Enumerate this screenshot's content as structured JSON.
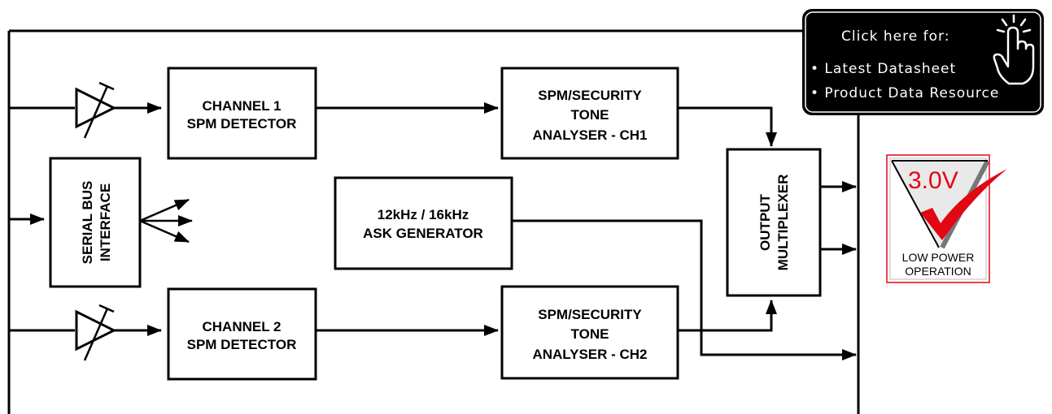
{
  "blocks": {
    "ch1_detector": [
      "CHANNEL  1",
      "SPM DETECTOR"
    ],
    "ch2_detector": [
      "CHANNEL  2",
      "SPM DETECTOR"
    ],
    "analyser_ch1": [
      "SPM/SECURITY",
      "TONE",
      "ANALYSER - CH1"
    ],
    "analyser_ch2": [
      "SPM/SECURITY",
      "TONE",
      "ANALYSER - CH2"
    ],
    "ask_generator": [
      "12kHz / 16kHz",
      "ASK GENERATOR"
    ],
    "serial_bus": [
      "SERIAL BUS",
      "INTERFACE"
    ],
    "output_mux": [
      "OUTPUT",
      "MULTIPLEXER"
    ]
  },
  "callout": {
    "heading": "Click here for:",
    "items": [
      "• Latest Datasheet",
      "• Product Data Resource"
    ],
    "icon": "pointing-hand-icon"
  },
  "badge": {
    "voltage": "3.0V",
    "line1": "LOW POWER",
    "line2": "OPERATION",
    "icon": "check-mark-icon",
    "colors": {
      "voltage": "#e30613",
      "check": "#e30613",
      "border": "#e30613"
    }
  }
}
